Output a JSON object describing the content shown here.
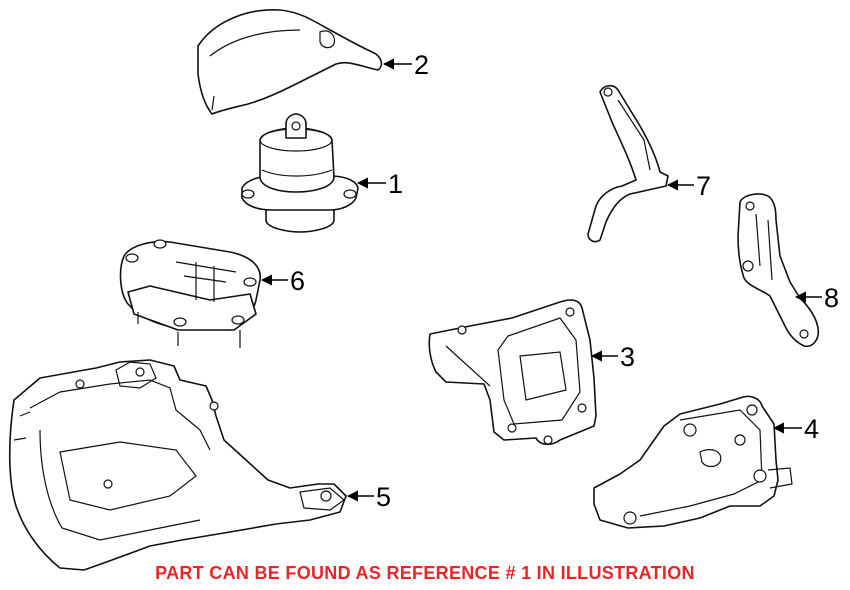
{
  "callouts": [
    {
      "id": "1",
      "label": "1"
    },
    {
      "id": "2",
      "label": "2"
    },
    {
      "id": "3",
      "label": "3"
    },
    {
      "id": "4",
      "label": "4"
    },
    {
      "id": "5",
      "label": "5"
    },
    {
      "id": "6",
      "label": "6"
    },
    {
      "id": "7",
      "label": "7"
    },
    {
      "id": "8",
      "label": "8"
    }
  ],
  "footer_note": "PART CAN BE FOUND AS REFERENCE # 1 IN ILLUSTRATION",
  "colors": {
    "line": "#111111",
    "background": "#ffffff",
    "note": "#e8262a"
  }
}
